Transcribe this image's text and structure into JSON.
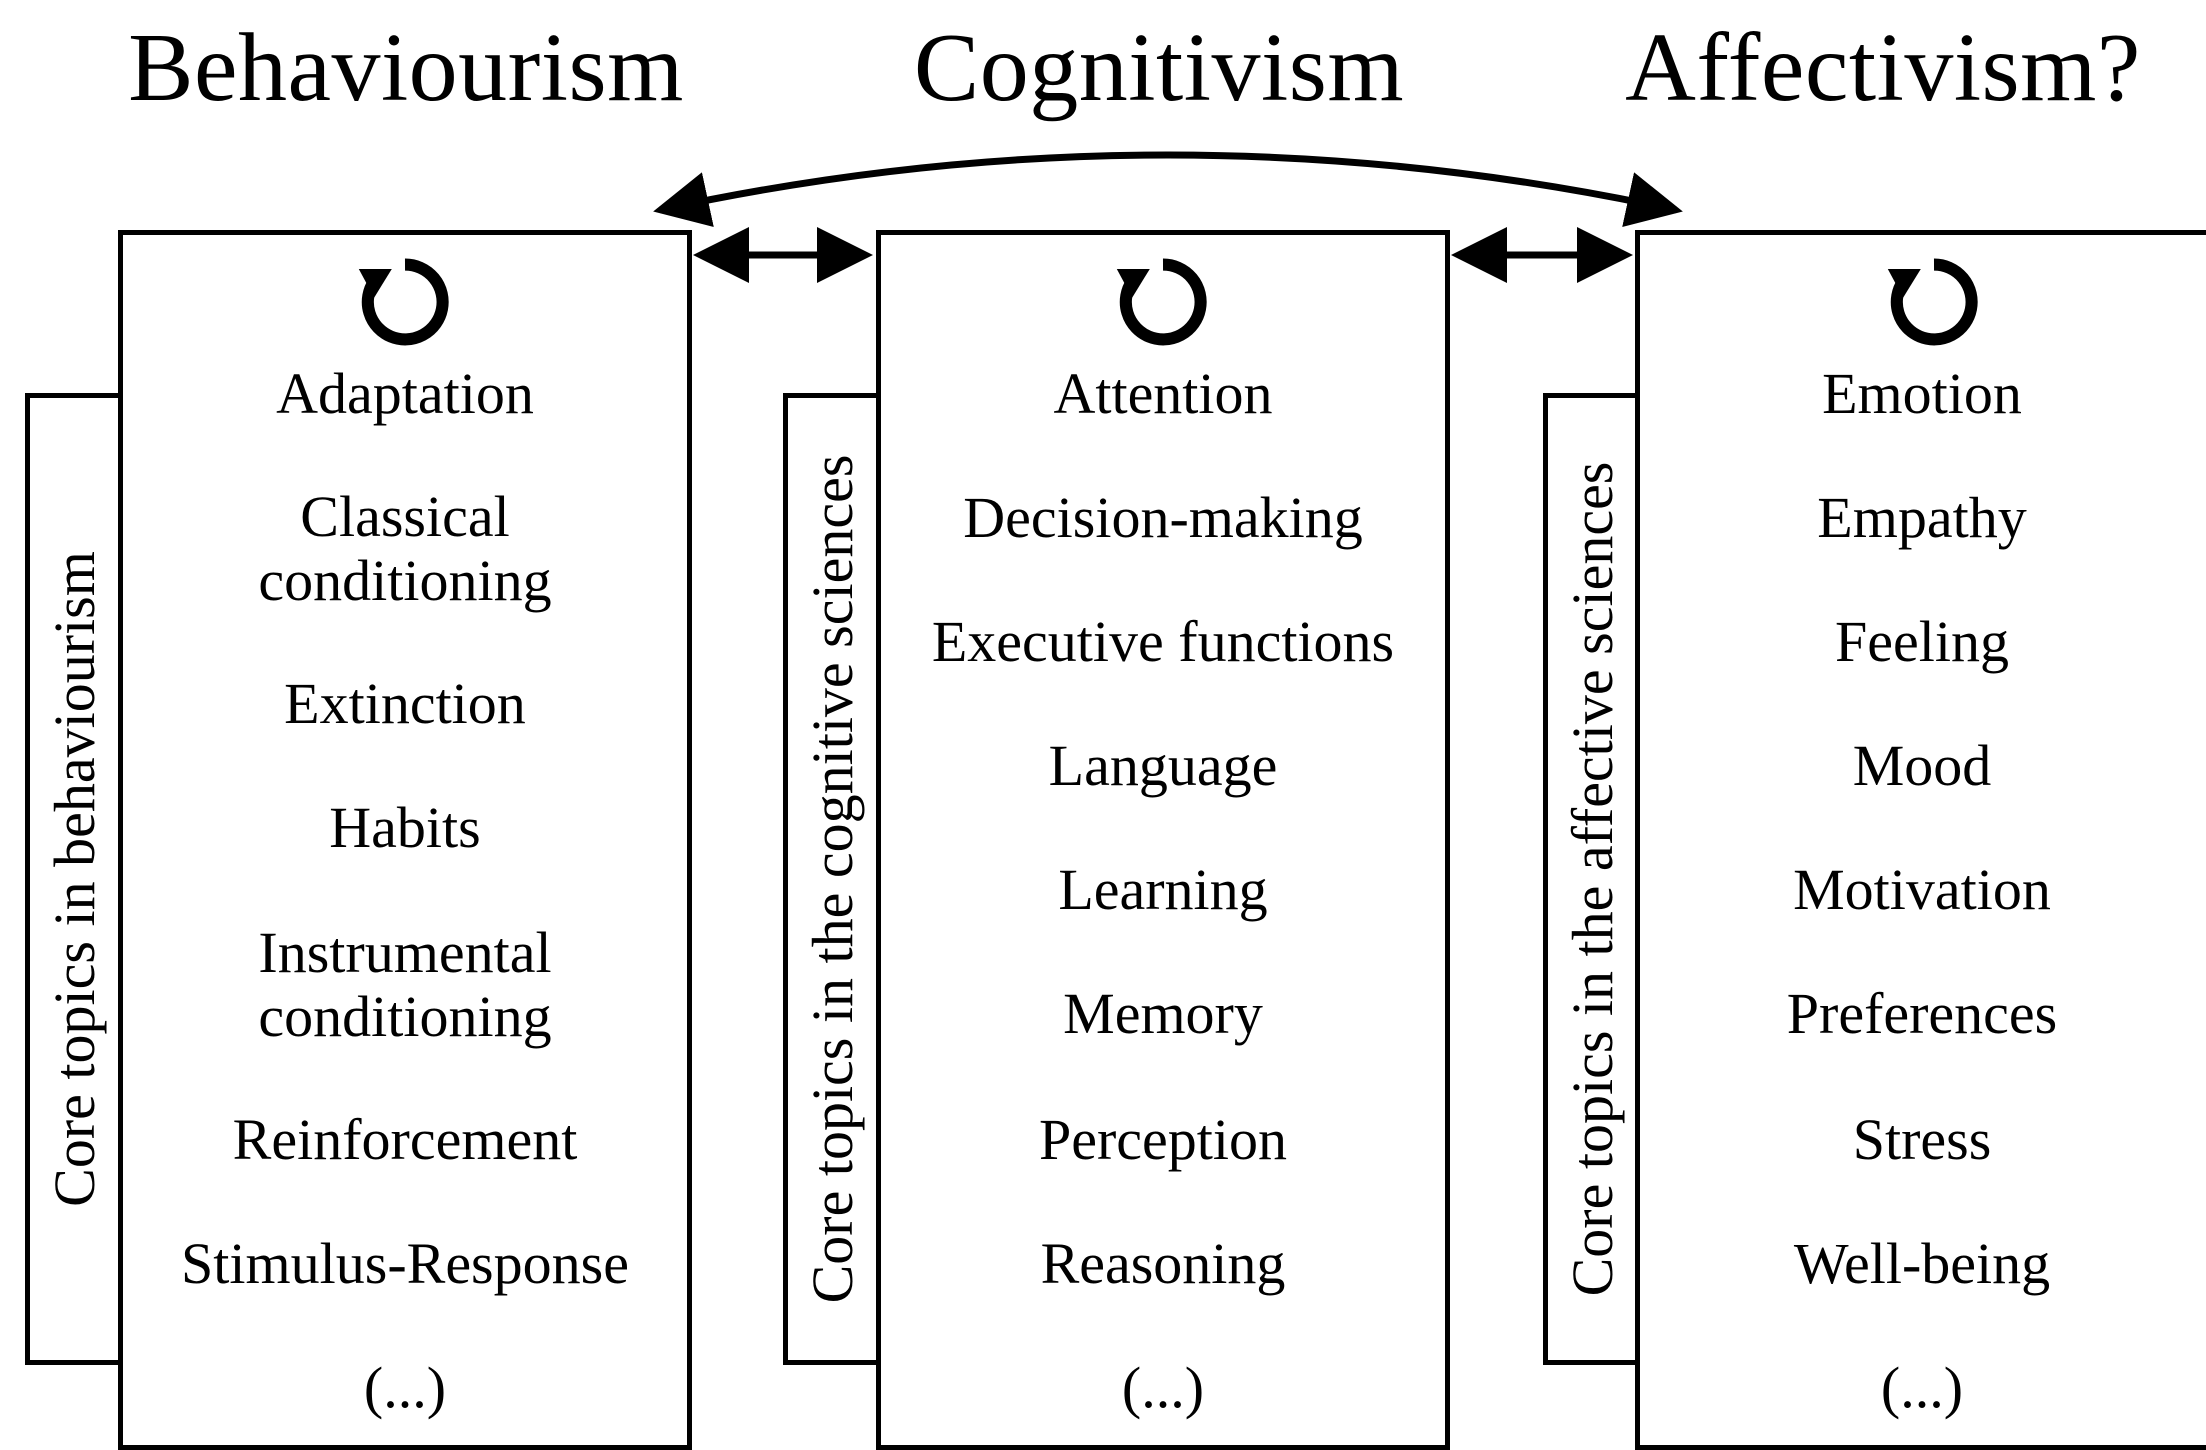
{
  "headings": [
    "Behaviourism",
    "Cognitivism",
    "Affectivism?"
  ],
  "columns": [
    {
      "side_label": "Core topics in behaviourism",
      "items": [
        "Adaptation",
        "Classical\nconditioning",
        "Extinction",
        "Habits",
        "Instrumental\nconditioning",
        "Reinforcement",
        "Stimulus-Response",
        "(...)"
      ]
    },
    {
      "side_label": "Core topics in the cognitive sciences",
      "items": [
        "Attention",
        "Decision-making",
        "Executive functions",
        "Language",
        "Learning",
        "Memory",
        "Perception",
        "Reasoning",
        "(...)"
      ]
    },
    {
      "side_label": "Core topics in the affective sciences",
      "items": [
        "Emotion",
        "Empathy",
        "Feeling",
        "Mood",
        "Motivation",
        "Preferences",
        "Stress",
        "Well-being",
        "(...)"
      ]
    }
  ],
  "icons": {
    "cycle": "cycle-arrow-icon",
    "double_arrow": "double-arrow-icon"
  }
}
